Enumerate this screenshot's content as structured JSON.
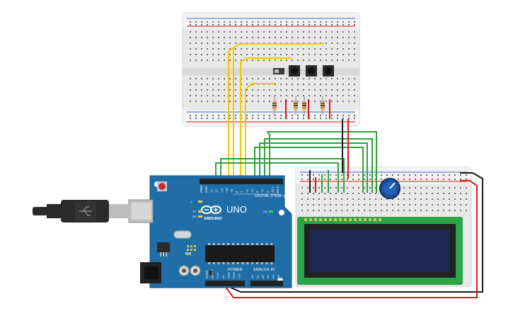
{
  "board": {
    "logo_text": "ARDUINO",
    "model": "UNO",
    "digital_label": "DIGITAL (PWM~)",
    "power_label": "POWER",
    "analog_label": "ANALOG IN",
    "tx_label": "TX",
    "rx_label": "RX",
    "l_label": "L",
    "on_label": "ON",
    "power_pins": [
      "IOREF",
      "RESET",
      "3.3V",
      "5V",
      "GND",
      "GND",
      "VIN"
    ],
    "analog_pins": [
      "A0",
      "A1",
      "A2",
      "A3",
      "A4",
      "A5"
    ],
    "digital_pins": [
      "AREF",
      "GND",
      "13",
      "12",
      "~11",
      "~10",
      "~9",
      "8",
      "7",
      "~6",
      "~5",
      "4",
      "~3",
      "2",
      "TX 1",
      "RX 0"
    ]
  },
  "colors": {
    "board_blue": "#1f6ea8",
    "wire_yellow": "#f5c800",
    "wire_green": "#2ea33a",
    "wire_red": "#e0161b",
    "wire_black": "#1a1a1a",
    "lcd_green": "#2aa648",
    "lcd_screen": "#1f2a52",
    "pot_blue": "#1b4f9a"
  }
}
